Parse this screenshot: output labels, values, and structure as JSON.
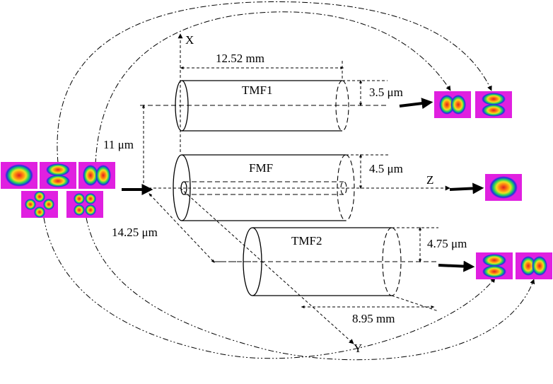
{
  "axes": {
    "x": "X",
    "y": "Y",
    "z": "Z"
  },
  "fibers": {
    "tmf1": "TMF1",
    "fmf": "FMF",
    "tmf2": "TMF2"
  },
  "dimensions": {
    "tmf1_length": "12.52 mm",
    "tmf1_core": "3.5 μm",
    "fmf_core": "4.5 μm",
    "tmf2_core": "4.75 μm",
    "tmf2_length": "8.95 mm",
    "offset_x": "11 μm",
    "offset_y": "14.25 μm"
  },
  "colors": {
    "mode_background": "#e020e0",
    "mode_ring_outer": "#2030e0",
    "mode_ring_mid": "#20d060",
    "mode_ring_inner": "#f0e020",
    "mode_core": "#e02020"
  },
  "modes": {
    "input": [
      "LP01",
      "LP11a",
      "LP11b",
      "LP21a",
      "LP21b"
    ],
    "tmf1_output": [
      "LP11b",
      "LP11a"
    ],
    "fmf_output": [
      "LP01"
    ],
    "tmf2_output": [
      "LP11a",
      "LP11b"
    ]
  }
}
